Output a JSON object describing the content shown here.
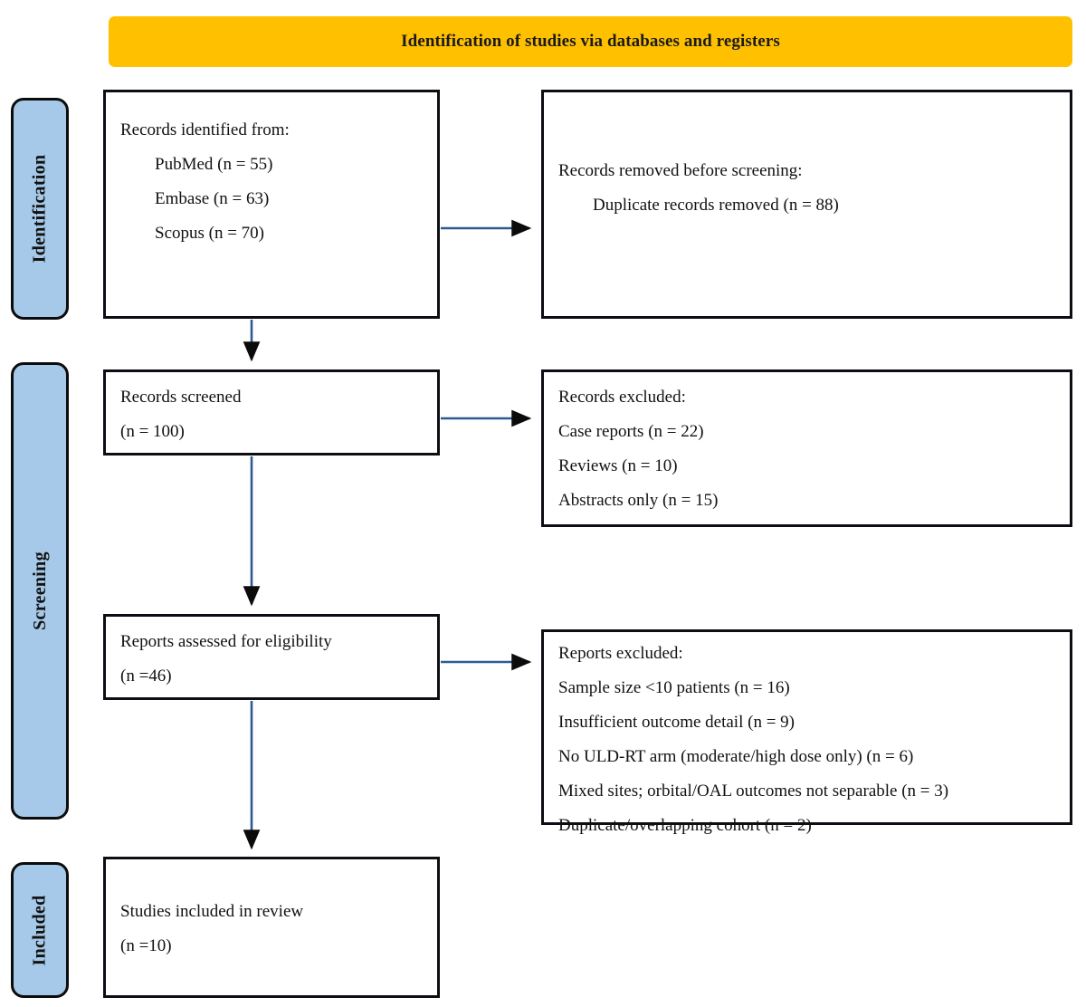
{
  "diagram": {
    "title": "Identification of studies via databases and registers",
    "type": "PRISMA flow diagram",
    "colors": {
      "banner": "#FFC000",
      "stage_bar": "#A6C9E9",
      "border": "#0D0D14",
      "connector": "#1F3864",
      "text": "#111111",
      "background": "#FFFFFF"
    }
  },
  "stages": [
    {
      "label": "Identification"
    },
    {
      "label": "Screening"
    },
    {
      "label": "Included"
    }
  ],
  "boxes": {
    "records_identified": {
      "name": "Records identified from",
      "lines": [
        {
          "text": "Records identified from:",
          "indent": false
        },
        {
          "text": "PubMed (n = 55)",
          "indent": true
        },
        {
          "text": "Embase (n = 63)",
          "indent": true
        },
        {
          "text": "Scopus (n = 70)",
          "indent": true
        }
      ]
    },
    "records_removed": {
      "name": "Records removed before screening",
      "lines": [
        {
          "text": "Records removed before screening:",
          "indent": false
        },
        {
          "text": "Duplicate records removed    (n = 88)",
          "indent": true
        }
      ]
    },
    "records_screened": {
      "name": "Records screened",
      "lines": [
        {
          "text": "Records screened",
          "indent": false
        },
        {
          "text": "(n = 100)",
          "indent": false
        }
      ]
    },
    "records_excluded": {
      "name": "Records excluded",
      "lines": [
        {
          "text": "Records excluded:",
          "indent": false
        },
        {
          "text": "Case reports (n = 22)",
          "indent": false
        },
        {
          "text": "Reviews (n = 10)",
          "indent": false
        },
        {
          "text": "Abstracts only (n = 15)",
          "indent": false
        }
      ]
    },
    "reports_assessed": {
      "name": "Reports assessed for eligibility",
      "lines": [
        {
          "text": "Reports assessed for eligibility",
          "indent": false
        },
        {
          "text": "(n =46)",
          "indent": false
        }
      ]
    },
    "reports_excluded": {
      "name": "Reports excluded",
      "lines": [
        {
          "text": "Reports excluded:",
          "indent": false
        },
        {
          "text": "Sample size <10 patients (n = 16)",
          "indent": false
        },
        {
          "text": "Insufficient outcome detail (n = 9)",
          "indent": false
        },
        {
          "text": "No ULD-RT arm (moderate/high dose only) (n = 6)",
          "indent": false
        },
        {
          "text": "Mixed sites; orbital/OAL outcomes not separable (n = 3)",
          "indent": false
        },
        {
          "text": "Duplicate/overlapping cohort (n = 2)",
          "indent": false
        }
      ]
    },
    "studies_included": {
      "name": "Studies included in review",
      "lines": [
        {
          "text": "Studies included in review",
          "indent": false
        },
        {
          "text": "(n =10)",
          "indent": false
        }
      ]
    }
  },
  "connectors": [
    {
      "name": "identified-to-removed",
      "direction": "horizontal"
    },
    {
      "name": "identified-to-screened",
      "direction": "vertical"
    },
    {
      "name": "screened-to-excluded",
      "direction": "horizontal"
    },
    {
      "name": "screened-to-assessed",
      "direction": "vertical"
    },
    {
      "name": "assessed-to-excluded",
      "direction": "horizontal"
    },
    {
      "name": "assessed-to-included",
      "direction": "vertical"
    }
  ]
}
